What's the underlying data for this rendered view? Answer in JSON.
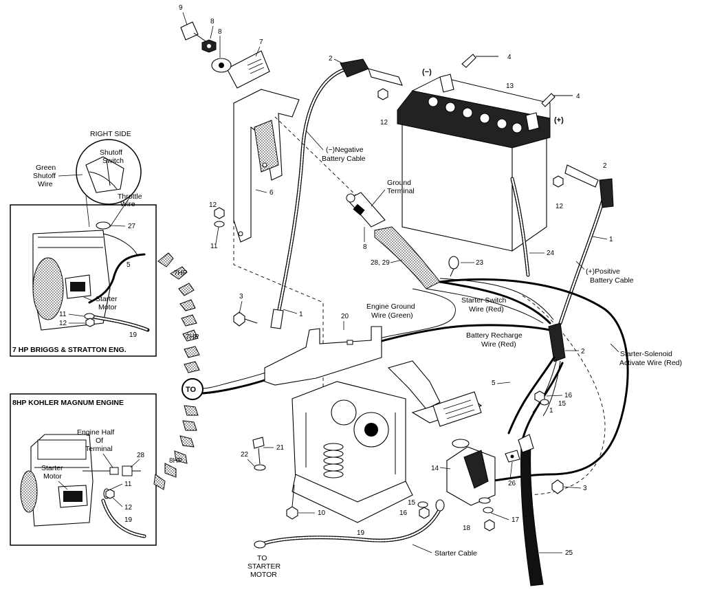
{
  "callouts": {
    "n1a": "1",
    "n1b": "1",
    "n1c": "1",
    "n2a": "2",
    "n2b": "2",
    "n2c": "2",
    "n3a": "3",
    "n3b": "3",
    "n4a": "4",
    "n4b": "4",
    "n5a": "5",
    "n5b": "5",
    "n6": "6",
    "n7": "7",
    "n8a": "8",
    "n8b": "8",
    "n8c": "8",
    "n9": "9",
    "n10": "10",
    "n11a": "11",
    "n11b": "11",
    "n11c": "11",
    "n12a": "12",
    "n12b": "12",
    "n12c": "12",
    "n12d": "12",
    "n12e": "12",
    "n13": "13",
    "n14": "14",
    "n15a": "15",
    "n15b": "15",
    "n16a": "16",
    "n16b": "16",
    "n17": "17",
    "n18": "18",
    "n19a": "19",
    "n19b": "19",
    "n19c": "19",
    "n20": "20",
    "n21": "21",
    "n22": "22",
    "n23": "23",
    "n24": "24",
    "n25": "25",
    "n26": "26",
    "n27": "27",
    "n28": "28",
    "n2829": "28, 29"
  },
  "labels": {
    "neg_symbol": "(−)",
    "pos_symbol": "(+)",
    "neg_cable_1": "(−)Negative",
    "neg_cable_2": "Battery Cable",
    "ground_terminal_1": "Ground",
    "ground_terminal_2": "Terminal",
    "pos_cable_1": "(+)Positive",
    "pos_cable_2": "Battery Cable",
    "starter_switch_1": "Starter Switch",
    "starter_switch_2": "Wire (Red)",
    "engine_ground_1": "Engine Ground",
    "engine_ground_2": "Wire (Green)",
    "battery_recharge_1": "Battery Recharge",
    "battery_recharge_2": "Wire (Red)",
    "solenoid_activate_1": "Starter-Solenoid",
    "solenoid_activate_2": "Activate Wire (Red)",
    "to": "TO",
    "starter_cable": "Starter Cable",
    "to_starter_1": "TO",
    "to_starter_2": "STARTER",
    "to_starter_3": "MOTOR",
    "right_side": "RIGHT SIDE",
    "shutoff_1": "Shutoff",
    "shutoff_2": "Switch",
    "green_shutoff_1": "Green",
    "green_shutoff_2": "Shutoff",
    "green_shutoff_3": "Wire",
    "throttle_1": "Throttle",
    "throttle_2": "Wire",
    "starter_motor_a_1": "Starter",
    "starter_motor_a_2": "Motor",
    "briggs_title": "7 HP BRIGGS & STRATTON ENG.",
    "kohler_title": "8HP KOHLER MAGNUM ENGINE",
    "engine_half_1": "Engine Half",
    "engine_half_2": "Of",
    "engine_half_3": "Terminal",
    "starter_motor_b_1": "Starter",
    "starter_motor_b_2": "Motor",
    "arrow_7hp_a": "7HP",
    "arrow_7hp_b": "7HP",
    "arrow_8hp": "8HP"
  }
}
